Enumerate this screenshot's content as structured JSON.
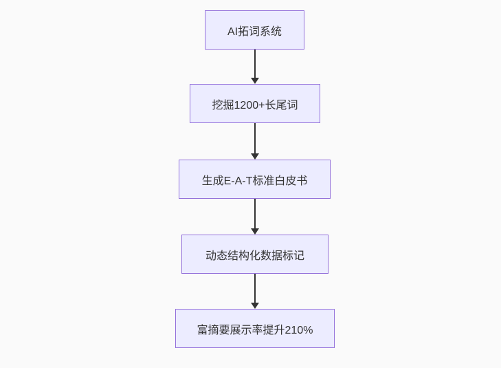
{
  "flowchart": {
    "type": "flowchart-top-down",
    "nodes": [
      {
        "id": "1",
        "label": "AI拓词系统"
      },
      {
        "id": "2",
        "label": "挖掘1200+长尾词"
      },
      {
        "id": "3",
        "label": "生成E-A-T标准白皮书"
      },
      {
        "id": "4",
        "label": "动态结构化数据标记"
      },
      {
        "id": "5",
        "label": "富摘要展示率提升210%"
      }
    ],
    "edges": [
      {
        "from": "1",
        "to": "2"
      },
      {
        "from": "2",
        "to": "3"
      },
      {
        "from": "3",
        "to": "4"
      },
      {
        "from": "4",
        "to": "5"
      }
    ],
    "style": {
      "node_fill": "#ececff",
      "node_border": "#9370db",
      "text_color": "#333333",
      "arrow_color": "#333333",
      "background": "#fafafa"
    }
  }
}
